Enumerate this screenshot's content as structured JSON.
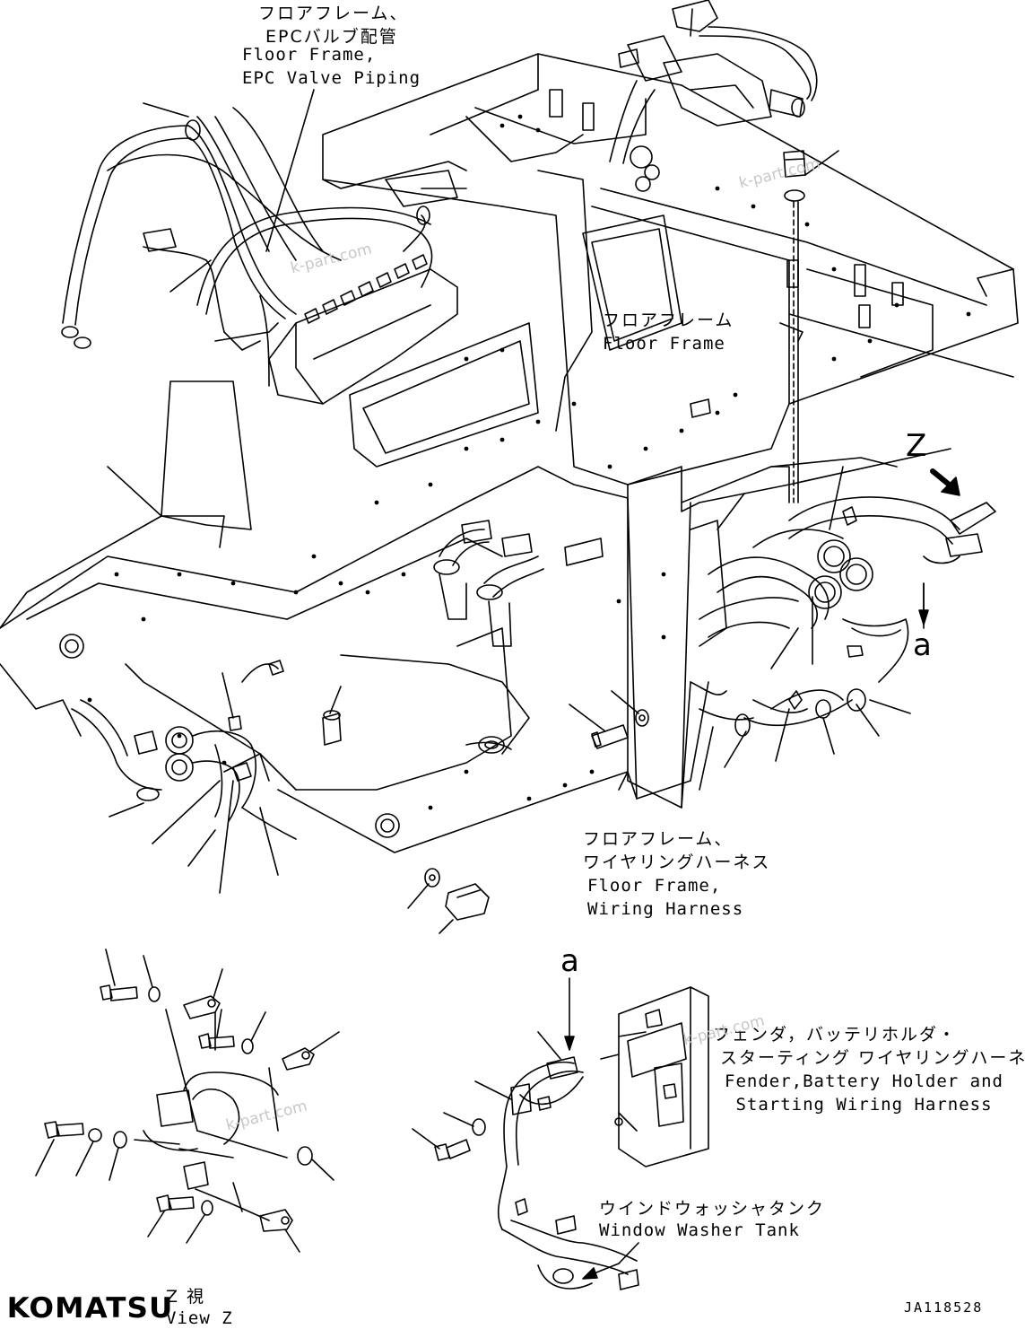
{
  "labels": {
    "epc_jp": "フロアフレーム、\n EPCバルブ配管",
    "epc_en": "Floor Frame,\nEPC Valve Piping",
    "floor_jp": "フロアフレーム",
    "floor_en": "Floor Frame",
    "harness_jp": "フロアフレーム、\nワイヤリングハーネス",
    "harness_en": "Floor Frame,\nWiring Harness",
    "fender_jp": "フェンダ，バッテリホルダ・\n スターティング ワイヤリングハーネス",
    "fender_en": "Fender,Battery Holder and\n Starting Wiring Harness",
    "washer_jp": "ウインドウォッシャタンク",
    "washer_en": "Window Washer Tank",
    "view_jp": "Z 視",
    "view_en": "View Z",
    "ref_z": "Z",
    "ref_a1": "a",
    "ref_a2": "a"
  },
  "watermarks": [
    "k-part.com",
    "k-part.com",
    "k-part.com",
    "k-part.com"
  ],
  "logo": "KOMATSU",
  "doc_id": "JA118528",
  "colors": {
    "ink": "#000000",
    "paper": "#ffffff",
    "watermark": "#c8c8c8"
  }
}
